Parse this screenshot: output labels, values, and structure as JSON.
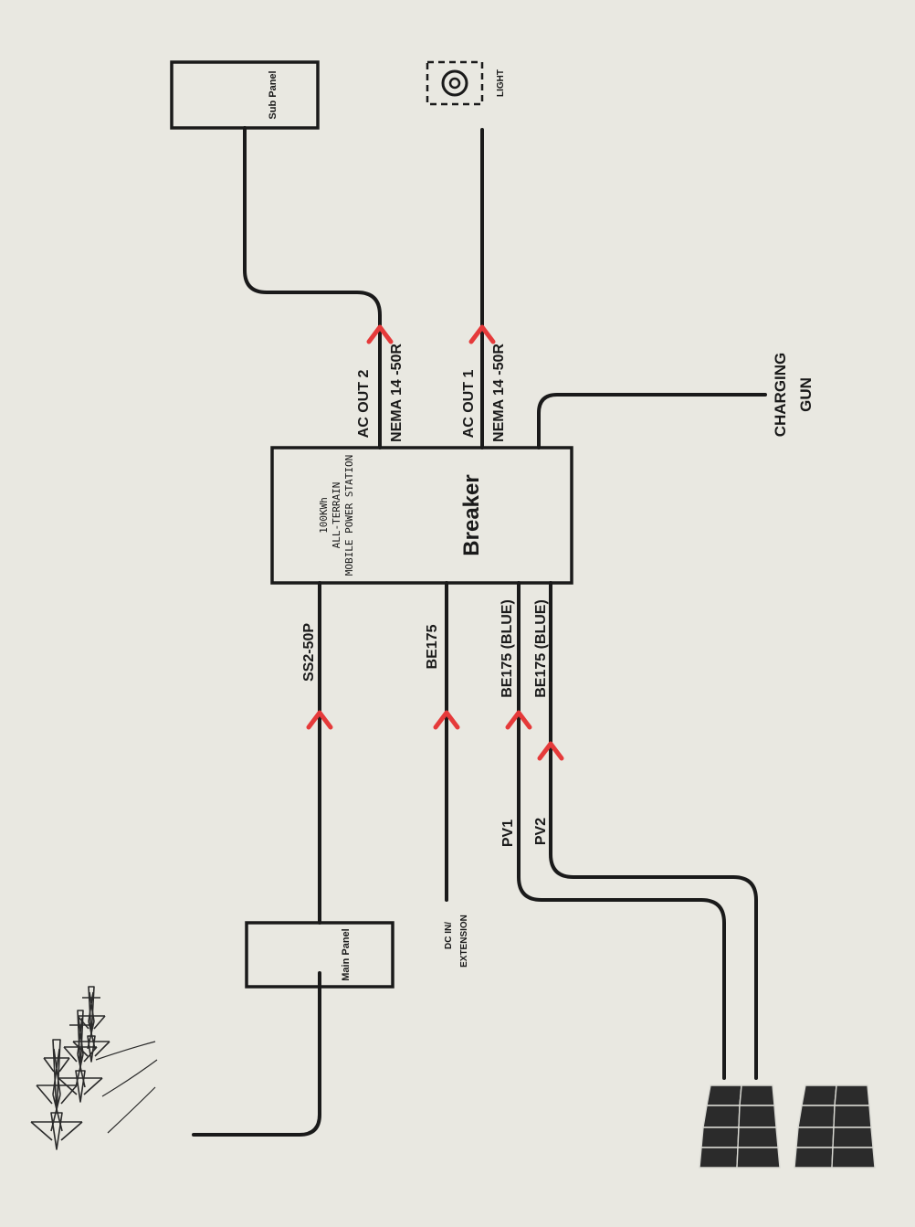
{
  "station": {
    "capacity": "100KWh",
    "type": "ALL-TERRAIN",
    "name": "MOBILE POWER STATION",
    "breaker": "Breaker"
  },
  "sub_panel": "Sub Panel",
  "main_panel": "Main Panel",
  "light": "LIGHT",
  "charging_gun": {
    "line1": "CHARGING",
    "line2": "GUN"
  },
  "dc_in": {
    "line1": "DC IN/",
    "line2": "EXTENSION"
  },
  "ac_out_2": {
    "name": "AC OUT 2",
    "connector": "NEMA 14 -50R"
  },
  "ac_out_1": {
    "name": "AC OUT 1",
    "connector": "NEMA 14 -50R"
  },
  "inputs": {
    "main": "SS2-50P",
    "dc": "BE175",
    "pv1_cable": "BE175 (BLUE)",
    "pv2_cable": "BE175 (BLUE)",
    "pv1": "PV1",
    "pv2": "PV2"
  },
  "icons": {
    "grid": "power-tower-icon",
    "solar": "solar-panel-icon",
    "light": "light-fixture-icon",
    "flow": "red-chevron-arrow-icon"
  },
  "colors": {
    "background": "#e9e8e1",
    "line": "#1a1a1a",
    "arrow": "#e53a3a"
  }
}
